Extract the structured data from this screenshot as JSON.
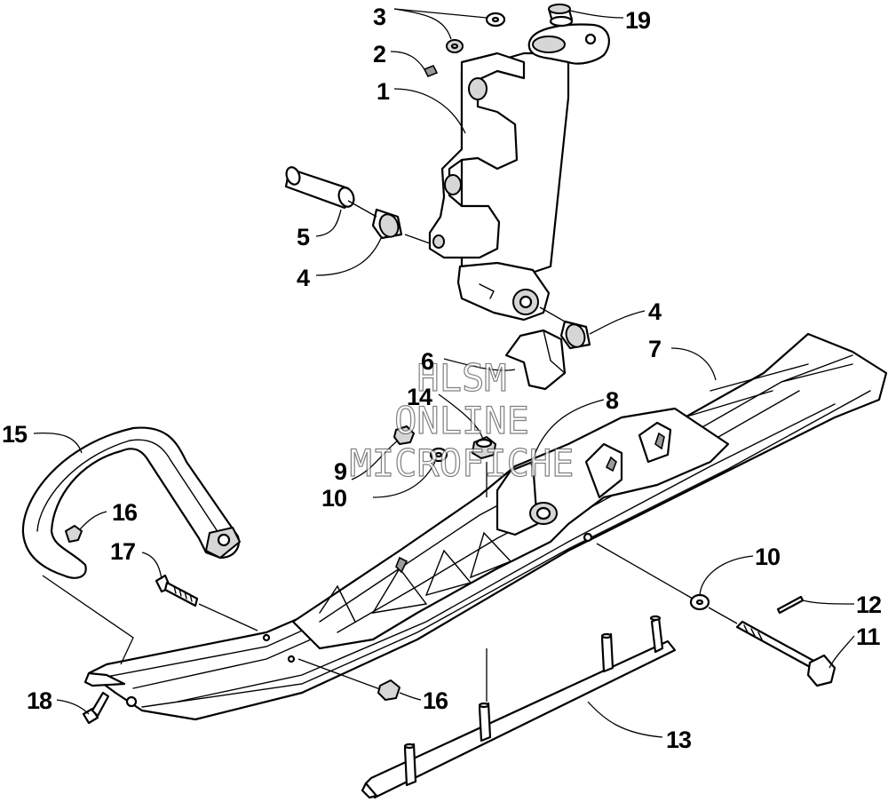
{
  "watermark": [
    "HLSM",
    "ONLINE",
    "MICROFICHE"
  ],
  "callouts": [
    {
      "id": "c3",
      "text": "3"
    },
    {
      "id": "c19",
      "text": "19"
    },
    {
      "id": "c2",
      "text": "2"
    },
    {
      "id": "c1",
      "text": "1"
    },
    {
      "id": "c5",
      "text": "5"
    },
    {
      "id": "c4a",
      "text": "4"
    },
    {
      "id": "c4b",
      "text": "4"
    },
    {
      "id": "c7",
      "text": "7"
    },
    {
      "id": "c6",
      "text": "6"
    },
    {
      "id": "c14",
      "text": "14"
    },
    {
      "id": "c8",
      "text": "8"
    },
    {
      "id": "c15",
      "text": "15"
    },
    {
      "id": "c16a",
      "text": "16"
    },
    {
      "id": "c9",
      "text": "9"
    },
    {
      "id": "c10a",
      "text": "10"
    },
    {
      "id": "c17",
      "text": "17"
    },
    {
      "id": "c10b",
      "text": "10"
    },
    {
      "id": "c12",
      "text": "12"
    },
    {
      "id": "c11",
      "text": "11"
    },
    {
      "id": "c18",
      "text": "18"
    },
    {
      "id": "c16b",
      "text": "16"
    },
    {
      "id": "c13",
      "text": "13"
    }
  ]
}
